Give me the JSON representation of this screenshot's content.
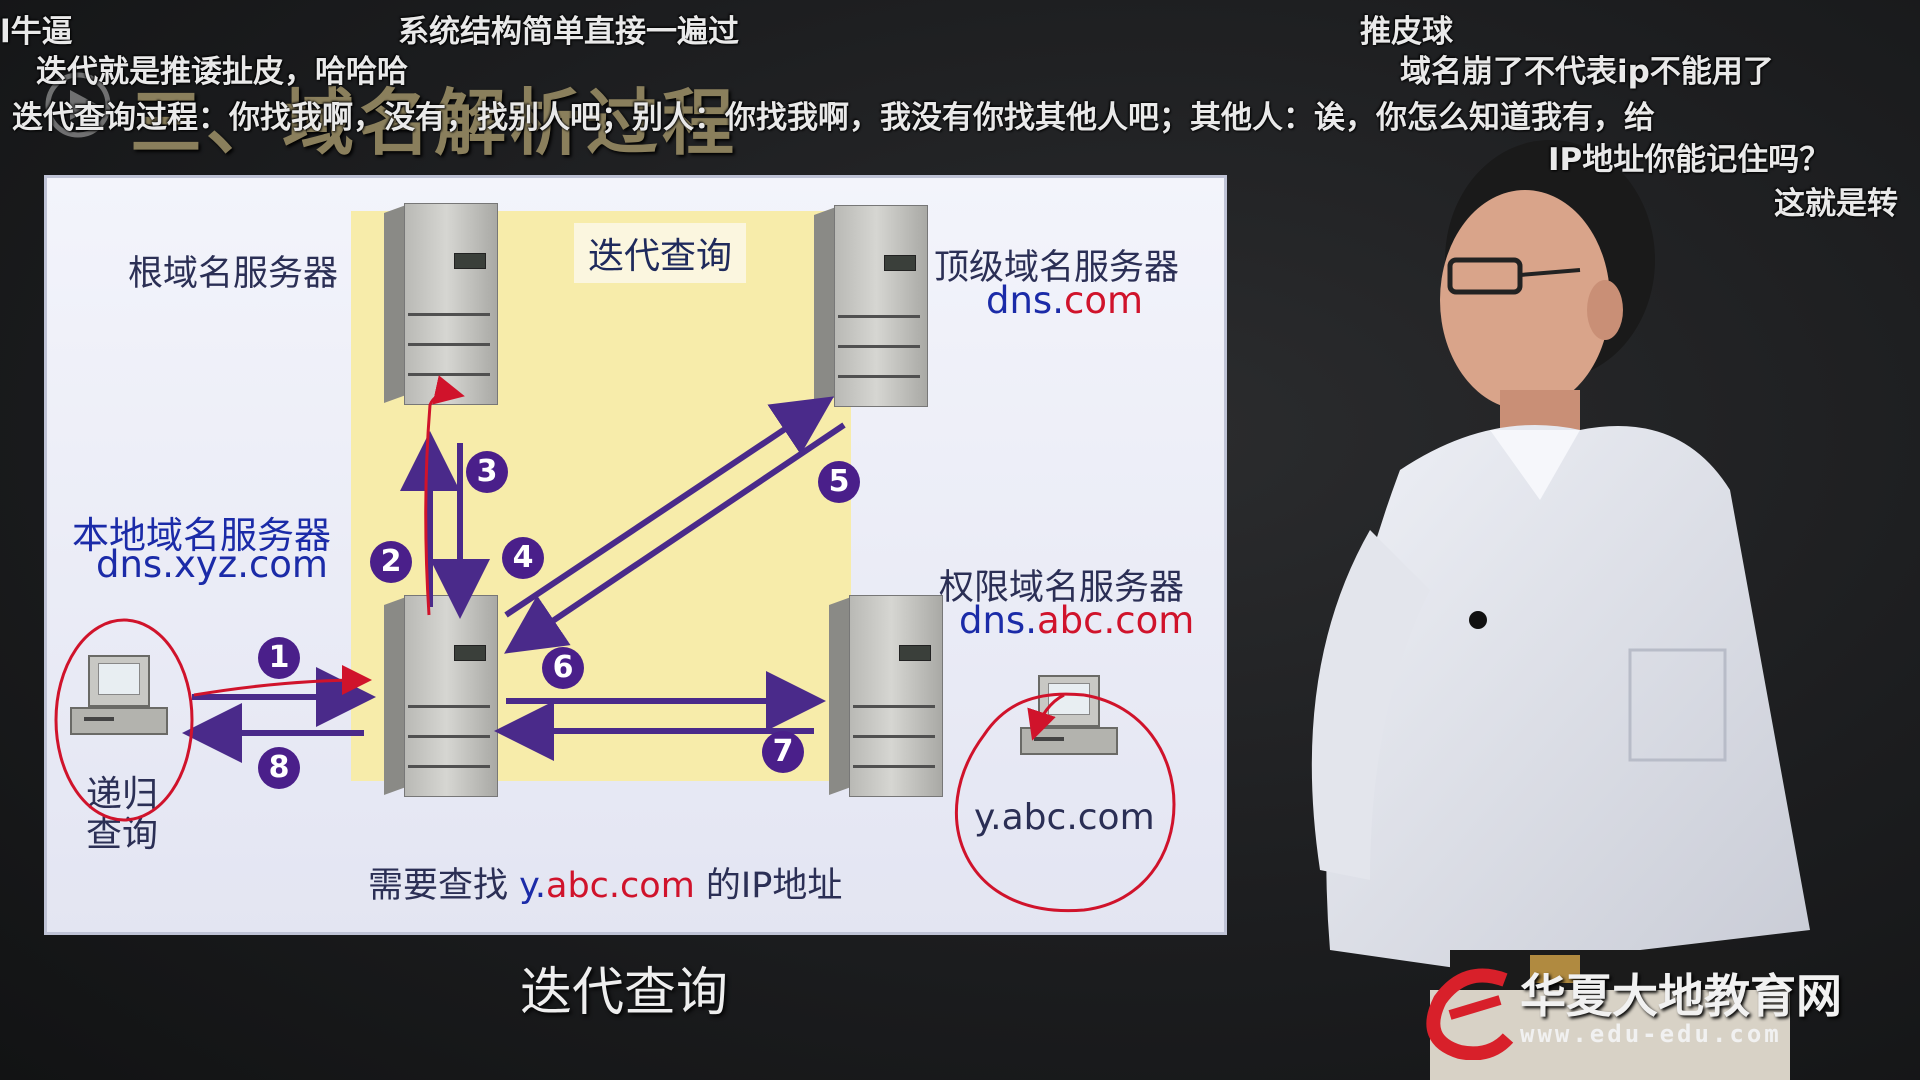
{
  "danmaku": [
    {
      "text": "l牛逼"
    },
    {
      "text": "系统结构简单直接一遍过"
    },
    {
      "text": "推皮球"
    },
    {
      "text": "迭代就是推诿扯皮，哈哈哈"
    },
    {
      "text": "域名崩了不代表ip不能用了"
    },
    {
      "text": "迭代查询过程：你找我啊，没有，找别人吧；别人：你找我啊，我没有你找其他人吧；其他人：诶，你怎么知道我有，给"
    },
    {
      "text": "IP地址你能记住吗？"
    },
    {
      "text": "这就是转"
    }
  ],
  "slide_title": "三、域名解析过程",
  "slide": {
    "root_server": "根域名服务器",
    "iter_label": "迭代查询",
    "tld_server": "顶级域名服务器",
    "tld_domain_prefix": "dns.",
    "tld_domain_suffix": "com",
    "local_server": "本地域名服务器",
    "local_domain": "dns.xyz.com",
    "auth_server": "权限域名服务器",
    "auth_domain_prefix": "dns.",
    "auth_domain_suffix": "abc.com",
    "recursive_label_1": "递归",
    "recursive_label_2": "查询",
    "target_host": "y.abc.com",
    "bottom_prefix": "需要查找 ",
    "bottom_host_1": "y.",
    "bottom_host_2": "abc.com",
    "bottom_suffix": " 的IP地址",
    "steps": [
      "1",
      "2",
      "3",
      "4",
      "5",
      "6",
      "7",
      "8"
    ]
  },
  "subtitle": "迭代查询",
  "logo": {
    "name": "华夏大地教育网",
    "url": "www.edu-edu.com"
  },
  "colors": {
    "step_circle": "#4a1f8a",
    "arrow": "#4a2a8a",
    "annotation_red": "#d0132b",
    "label_blue": "#1b2ba8"
  }
}
